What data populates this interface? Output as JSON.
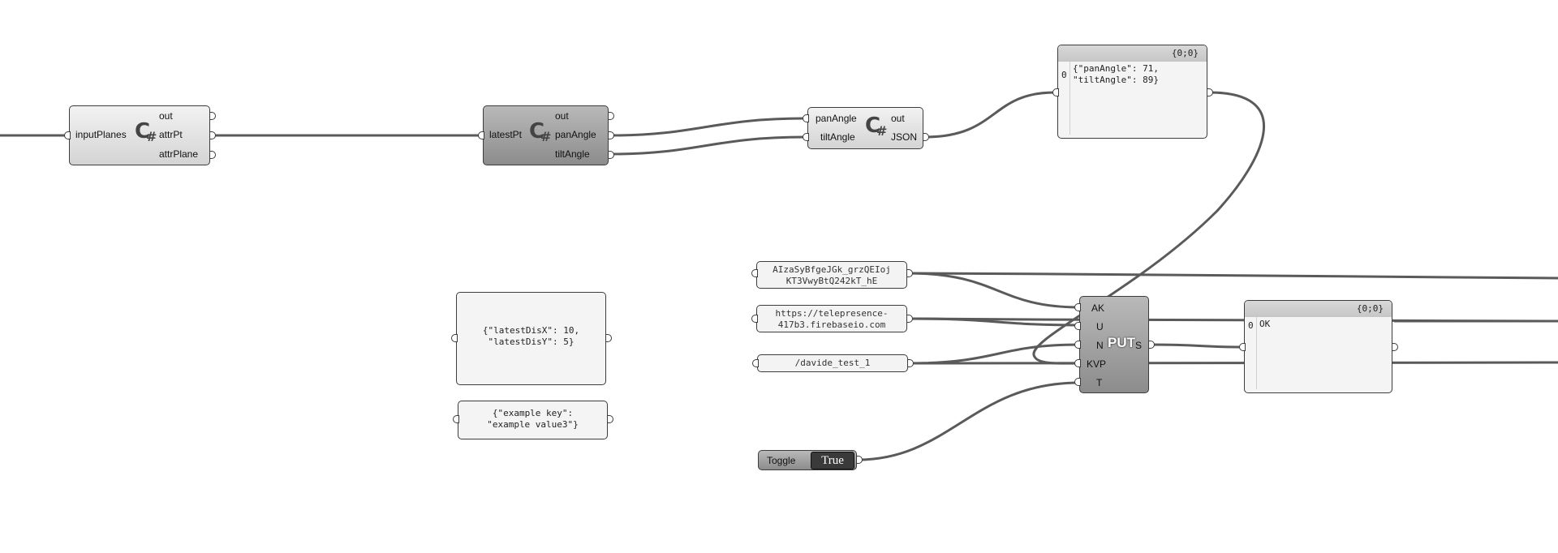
{
  "canvas": {
    "wire_color": "#5a5a5a",
    "component_fill": "#e2e2e2",
    "selected_fill": "#9c9c9c"
  },
  "comp1": {
    "input": "inputPlanes",
    "outputs": [
      "out",
      "attrPt",
      "attrPlane"
    ],
    "icon": "csharp-icon"
  },
  "comp2": {
    "input": "latestPt",
    "outputs": [
      "out",
      "panAngle",
      "tiltAngle"
    ],
    "icon": "csharp-icon"
  },
  "comp3": {
    "inputs": [
      "panAngle",
      "tiltAngle"
    ],
    "outputs": [
      "out",
      "JSON"
    ],
    "icon": "csharp-icon"
  },
  "panel_json": {
    "path": "{0;0}",
    "index": "0",
    "text": "{\"panAngle\": 71,\n\"tiltAngle\": 89}"
  },
  "text_api_key": "AIzaSyBfgeJGk_grzQEIoj\nKT3VwyBtQ242kT_hE",
  "text_url": "https://telepresence-\n417b3.firebaseio.com",
  "text_path": "/davide_test_1",
  "text_latest_dis": "{\"latestDisX\": 10,\n\"latestDisY\": 5}",
  "text_example": "{\"example key\":\n\"example value3\"}",
  "put": {
    "inputs": [
      "AK",
      "U",
      "N",
      "KVP",
      "T"
    ],
    "output": "S",
    "title": "PUT"
  },
  "panel_result": {
    "path": "{0;0}",
    "index": "0",
    "text": "OK"
  },
  "toggle": {
    "label": "Toggle",
    "value": "True"
  }
}
